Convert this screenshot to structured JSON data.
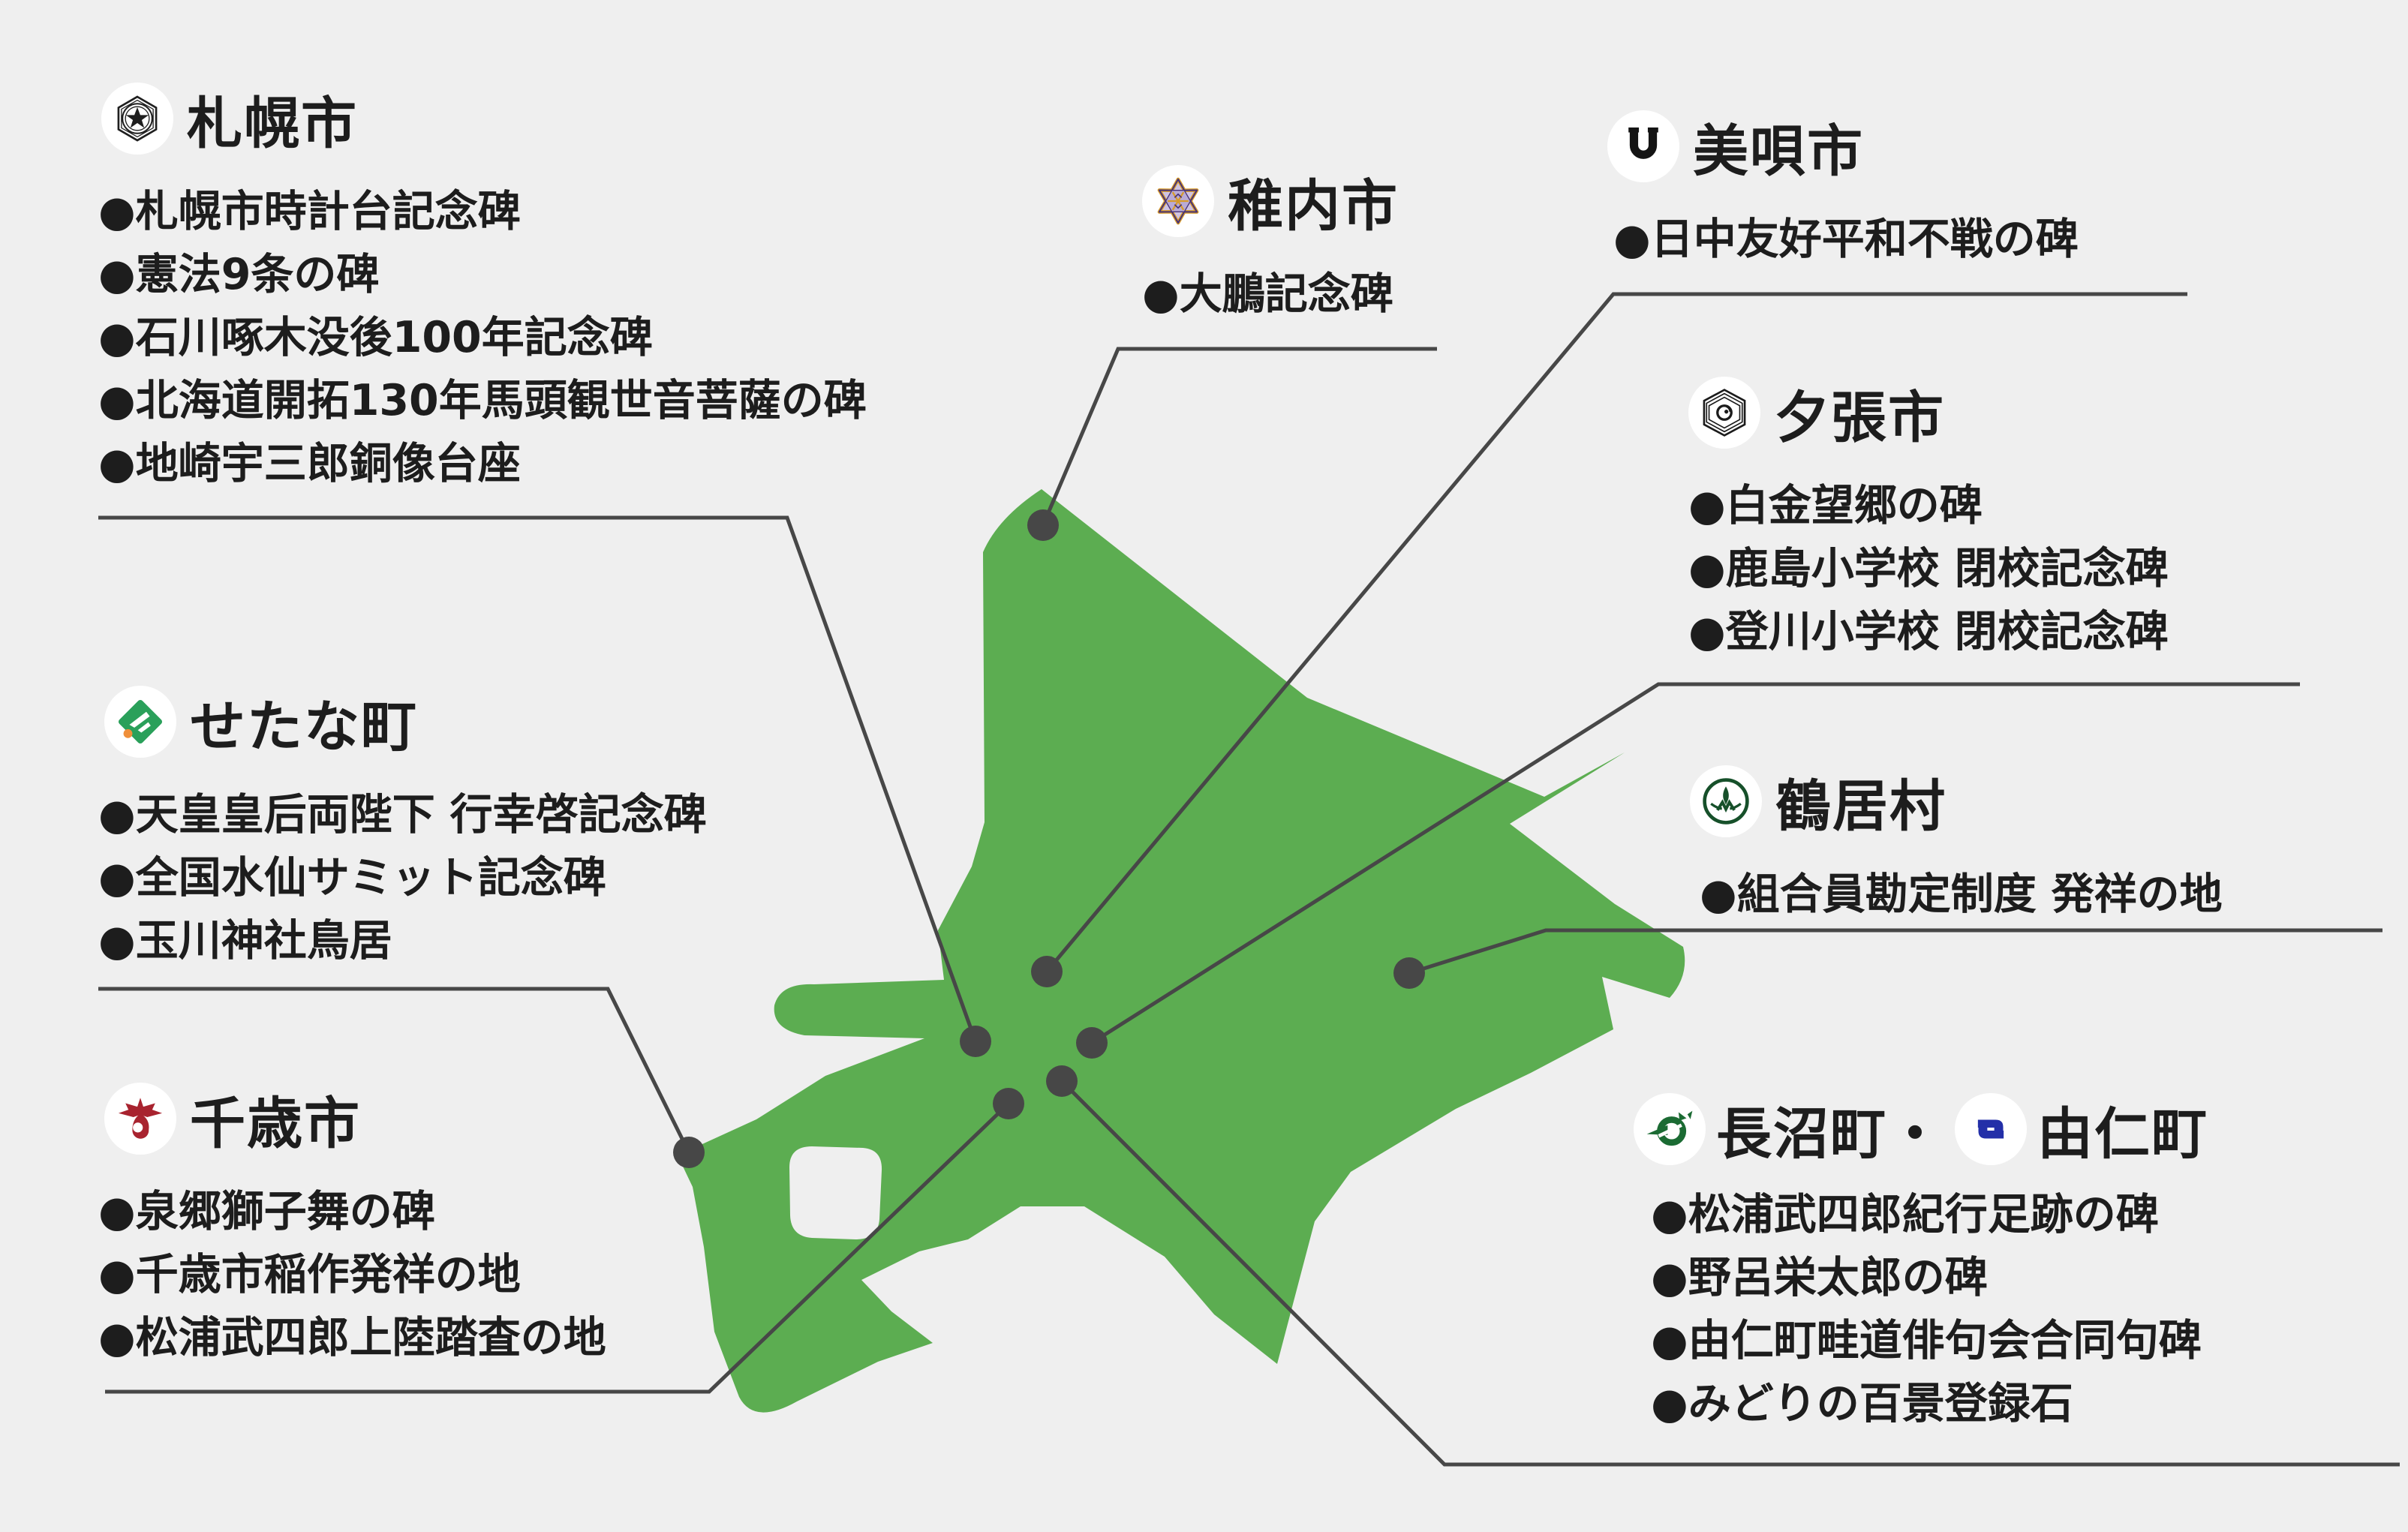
{
  "colors": {
    "background": "#efefef",
    "island_fill": "#5cad51",
    "connector_line": "#474747",
    "map_marker": "#474747",
    "text": "#1d1d1d",
    "emblem_background": "#ffffff"
  },
  "sections": [
    {
      "id": "sapporo",
      "title": "札幌市",
      "items": [
        "●札幌市時計台記念碑",
        "●憲法9条の碑",
        "●石川啄木没後100年記念碑",
        "●北海道開拓130年馬頭観世音菩薩の碑",
        "●地崎宇三郎銅像台座"
      ]
    },
    {
      "id": "wakkanai",
      "title": "稚内市",
      "items": [
        "●大鵬記念碑"
      ]
    },
    {
      "id": "bibai",
      "title": "美唄市",
      "items": [
        "●日中友好平和不戦の碑"
      ]
    },
    {
      "id": "yubari",
      "title": "夕張市",
      "items": [
        "●白金望郷の碑",
        "●鹿島小学校 閉校記念碑",
        "●登川小学校 閉校記念碑"
      ]
    },
    {
      "id": "tsurui",
      "title": "鶴居村",
      "items": [
        "●組合員勘定制度 発祥の地"
      ]
    },
    {
      "id": "setana",
      "title": "せたな町",
      "items": [
        "●天皇皇后両陛下 行幸啓記念碑",
        "●全国水仙サミット記念碑",
        "●玉川神社鳥居"
      ]
    },
    {
      "id": "chitose",
      "title": "千歳市",
      "items": [
        "●泉郷獅子舞の碑",
        "●千歳市稲作発祥の地",
        "●松浦武四郎上陸踏査の地"
      ]
    },
    {
      "id": "naganuma_yuni",
      "title_naganuma": "長沼町・",
      "title_yuni": "由仁町",
      "items": [
        "●松浦武四郎紀行足跡の碑",
        "●野呂栄太郎の碑",
        "●由仁町畦道俳句会合同句碑",
        "●みどりの百景登録石"
      ]
    }
  ]
}
